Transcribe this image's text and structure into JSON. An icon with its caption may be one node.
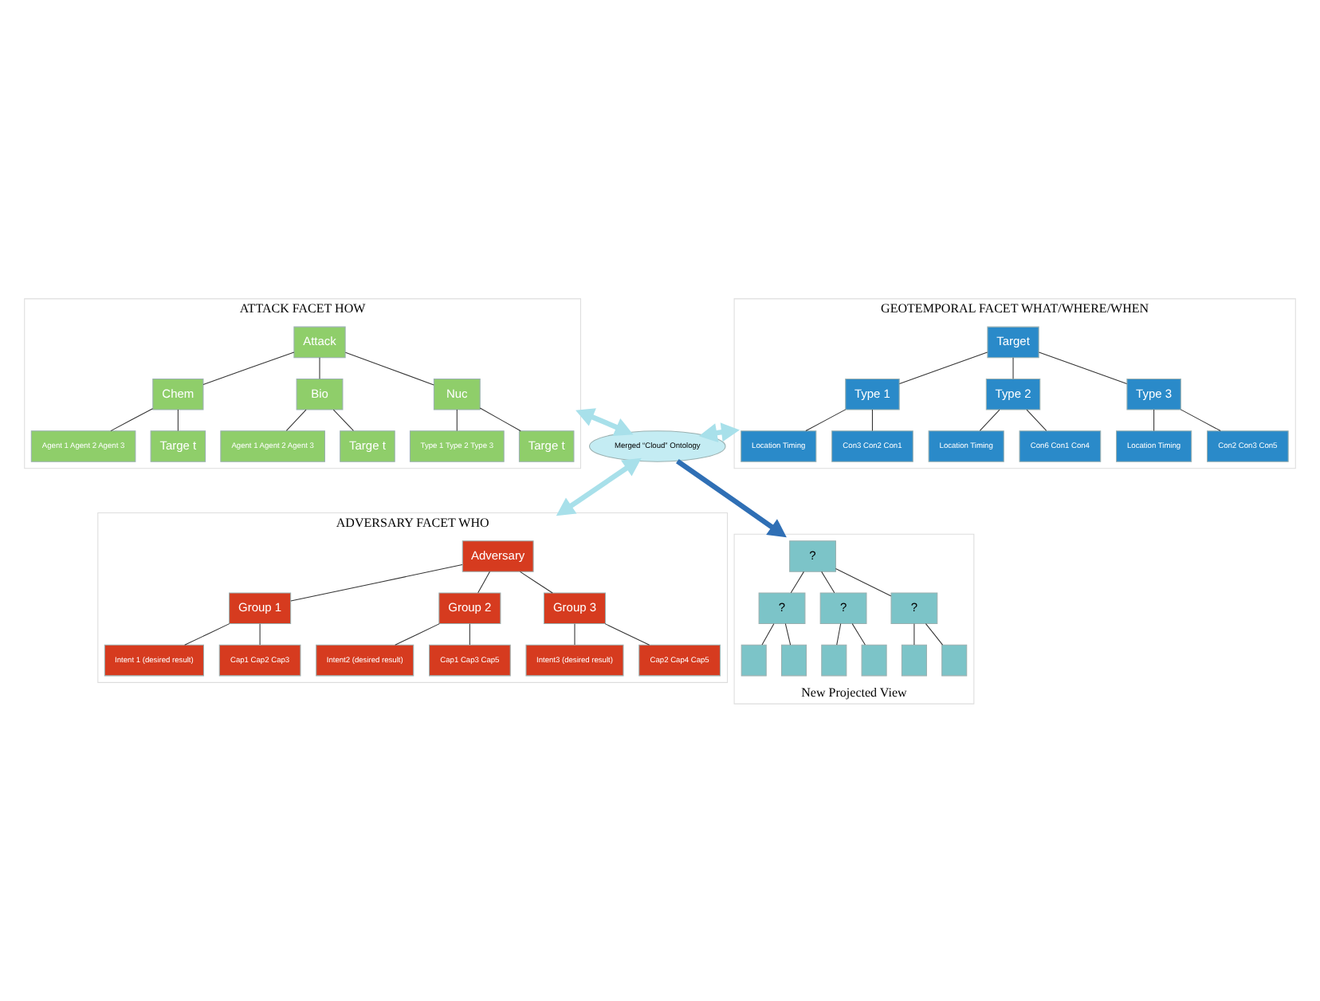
{
  "diagram": {
    "nodes": [
      {
        "text": [
          "ATTACK FACET HOW"
        ]
      },
      {
        "text": [
          "Attack"
        ],
        "in": 0
      },
      {
        "text": [
          "Chem"
        ],
        "in": 0
      },
      {
        "text": [
          "Bio"
        ],
        "in": 0
      },
      {
        "text": [
          "Nuc"
        ],
        "in": 0
      },
      {
        "text": [
          "Agent 1 Agent 2 Agent 3"
        ],
        "in": 0
      },
      {
        "text": [
          "Targe t"
        ],
        "in": 0
      },
      {
        "text": [
          "Agent 1 Agent 2 Agent 3"
        ],
        "in": 0
      },
      {
        "text": [
          "Targe t"
        ],
        "in": 0
      },
      {
        "text": [
          "Type 1 Type 2 Type 3"
        ],
        "in": 0
      },
      {
        "text": [
          "Targe t"
        ],
        "in": 0
      },
      {
        "text": [
          "GEOTEMPORAL FACET WHAT/WHERE/WHEN"
        ]
      },
      {
        "text": [
          "Target"
        ],
        "in": 11
      },
      {
        "text": [
          "Type 1"
        ],
        "in": 11
      },
      {
        "text": [
          "Type 2"
        ],
        "in": 11
      },
      {
        "text": [
          "Type 3"
        ],
        "in": 11
      },
      {
        "text": [
          "Location Timing"
        ],
        "in": 11
      },
      {
        "text": [
          "Con3 Con2 Con1"
        ],
        "in": 11
      },
      {
        "text": [
          "Location Timing"
        ],
        "in": 11
      },
      {
        "text": [
          "Con6 Con1 Con4"
        ],
        "in": 11
      },
      {
        "text": [
          "Location Timing"
        ],
        "in": 11
      },
      {
        "text": [
          "Con2 Con3 Con5"
        ],
        "in": 11
      },
      {
        "text": [
          "Merged “Cloud” Ontology"
        ]
      },
      {
        "text": [
          "ADVERSARY FACET WHO"
        ]
      },
      {
        "text": [
          "Adversary"
        ],
        "in": 23
      },
      {
        "text": [
          "Group 1"
        ],
        "in": 23
      },
      {
        "text": [
          "Group 2"
        ],
        "in": 23
      },
      {
        "text": [
          "Group 3"
        ],
        "in": 23
      },
      {
        "text": [
          "Intent 1 (desired result)"
        ],
        "in": 23
      },
      {
        "text": [
          "Cap1 Cap2 Cap3"
        ],
        "in": 23
      },
      {
        "text": [
          "Intent2 (desired result)"
        ],
        "in": 23
      },
      {
        "text": [
          "Cap1 Cap3 Cap5"
        ],
        "in": 23
      },
      {
        "text": [
          "Intent3 (desired result)"
        ],
        "in": 23
      },
      {
        "text": [
          "Cap2 Cap4 Cap5"
        ],
        "in": 23
      },
      {
        "text": [
          "New Projected View"
        ]
      },
      {
        "text": [
          "?"
        ],
        "in": 34
      },
      {
        "text": [
          "?"
        ],
        "in": 34
      },
      {
        "text": [
          "?"
        ],
        "in": 34
      },
      {
        "text": [
          "?"
        ],
        "in": 34
      },
      {
        "text": [],
        "shape": "box",
        "in": 34
      },
      {
        "text": [],
        "shape": "box",
        "in": 34
      },
      {
        "text": [],
        "shape": "box",
        "in": 34
      },
      {
        "text": [],
        "shape": "box",
        "in": 34
      },
      {
        "text": [],
        "shape": "box",
        "in": 34
      },
      {
        "text": [],
        "shape": "box",
        "in": 34
      }
    ],
    "edges": [
      {
        "from": 1,
        "to": 2,
        "arrow": "none"
      },
      {
        "from": 1,
        "to": 3,
        "arrow": "none"
      },
      {
        "from": 1,
        "to": 4,
        "arrow": "none"
      },
      {
        "from": 2,
        "to": 5,
        "arrow": "none"
      },
      {
        "from": 2,
        "to": 6,
        "arrow": "none"
      },
      {
        "from": 3,
        "to": 7,
        "arrow": "none"
      },
      {
        "from": 3,
        "to": 8,
        "arrow": "none"
      },
      {
        "from": 4,
        "to": 9,
        "arrow": "none"
      },
      {
        "from": 4,
        "to": 10,
        "arrow": "none"
      },
      {
        "from": 12,
        "to": 13,
        "arrow": "none"
      },
      {
        "from": 12,
        "to": 14,
        "arrow": "none"
      },
      {
        "from": 12,
        "to": 15,
        "arrow": "none"
      },
      {
        "from": 13,
        "to": 16,
        "arrow": "none"
      },
      {
        "from": 13,
        "to": 17,
        "arrow": "none"
      },
      {
        "from": 14,
        "to": 18,
        "arrow": "none"
      },
      {
        "from": 14,
        "to": 19,
        "arrow": "none"
      },
      {
        "from": 15,
        "to": 20,
        "arrow": "none"
      },
      {
        "from": 15,
        "to": 21,
        "arrow": "none"
      },
      {
        "from": 22,
        "to": 0,
        "arrow": "both",
        "style": "thick",
        "color": "#a8e0ea"
      },
      {
        "from": 22,
        "to": 11,
        "arrow": "both",
        "style": "thick",
        "color": "#a8e0ea"
      },
      {
        "from": 22,
        "to": 23,
        "arrow": "both",
        "style": "thick",
        "color": "#a8e0ea"
      },
      {
        "from": 22,
        "to": 34,
        "arrow": "to",
        "style": "thick",
        "color": "#2f6fb5"
      },
      {
        "from": 24,
        "to": 25,
        "arrow": "none"
      },
      {
        "from": 24,
        "to": 26,
        "arrow": "none"
      },
      {
        "from": 24,
        "to": 27,
        "arrow": "none"
      },
      {
        "from": 25,
        "to": 28,
        "arrow": "none"
      },
      {
        "from": 25,
        "to": 29,
        "arrow": "none"
      },
      {
        "from": 26,
        "to": 30,
        "arrow": "none"
      },
      {
        "from": 26,
        "to": 31,
        "arrow": "none"
      },
      {
        "from": 27,
        "to": 32,
        "arrow": "none"
      },
      {
        "from": 27,
        "to": 33,
        "arrow": "none"
      },
      {
        "from": 35,
        "to": 36,
        "arrow": "none"
      },
      {
        "from": 35,
        "to": 37,
        "arrow": "none"
      },
      {
        "from": 35,
        "to": 38,
        "arrow": "none"
      },
      {
        "from": 36,
        "to": 39,
        "arrow": "none"
      },
      {
        "from": 36,
        "to": 40,
        "arrow": "none"
      },
      {
        "from": 37,
        "to": 41,
        "arrow": "none"
      },
      {
        "from": 37,
        "to": 42,
        "arrow": "none"
      },
      {
        "from": 38,
        "to": 43,
        "arrow": "none"
      },
      {
        "from": 38,
        "to": 44,
        "arrow": "none"
      }
    ]
  }
}
